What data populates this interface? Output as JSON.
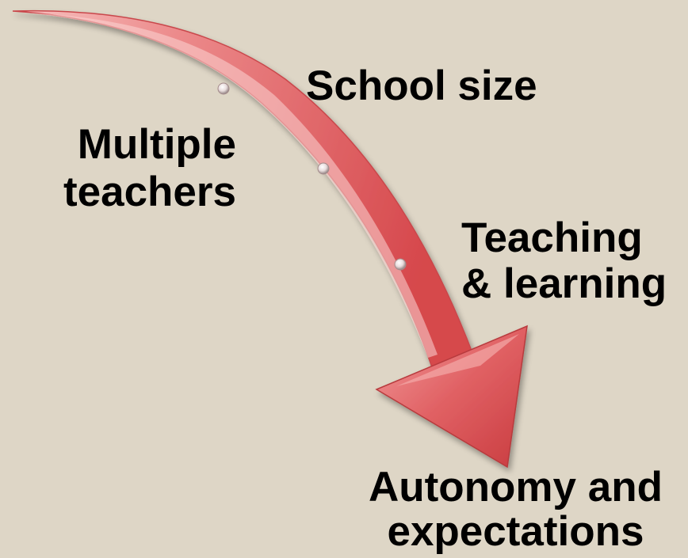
{
  "diagram": {
    "labels": {
      "school_size": "School size",
      "multiple_teachers": "Multiple\nteachers",
      "teaching_learning": "Teaching\n& learning",
      "autonomy_expectations": "Autonomy and\nexpectations"
    },
    "colors": {
      "background": "#ded6c6",
      "arrow": "#e4676a",
      "arrow_highlight": "#f6b6b4",
      "text": "#000000"
    }
  }
}
